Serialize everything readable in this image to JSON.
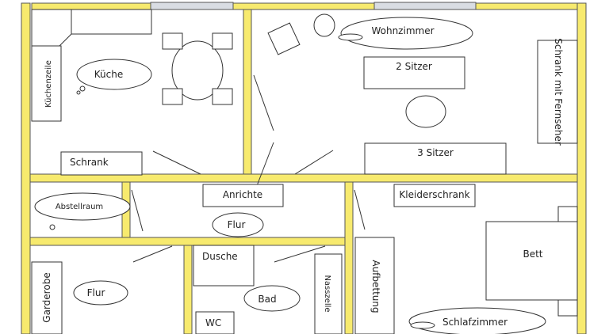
{
  "colors": {
    "wall": "#f7ea6e",
    "window": "#d9dde3",
    "outline": "#333333"
  },
  "rooms": {
    "kueche": "Küche",
    "wohnzimmer": "Wohnzimmer",
    "abstellraum": "Abstellraum",
    "flur_upper": "Flur",
    "flur_lower": "Flur",
    "bad": "Bad",
    "schlafzimmer": "Schlafzimmer"
  },
  "furniture": {
    "kuechenzeile": "Küchenzeile",
    "schrank": "Schrank",
    "zwei_sitzer": "2 Sitzer",
    "drei_sitzer": "3 Sitzer",
    "schrank_fernseher": "Schrank mit Fernseher",
    "anrichte": "Anrichte",
    "kleiderschrank": "Kleiderschrank",
    "bett": "Bett",
    "dusche": "Dusche",
    "garderobe": "Garderobe",
    "wc": "WC",
    "nasszelle": "Nasszelle",
    "aufbettung": "Aufbettung"
  }
}
